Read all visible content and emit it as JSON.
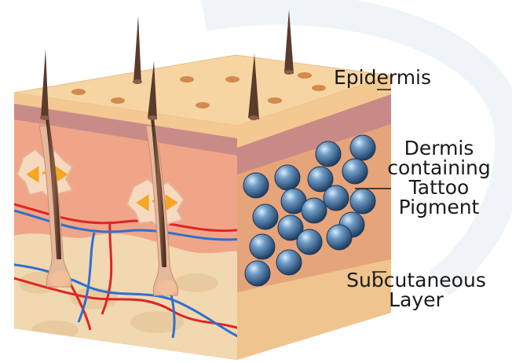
{
  "labels": {
    "epidermis": "Epidermis",
    "dermis_line1": "Dermis",
    "dermis_line2": "containing",
    "dermis_line3": "Tattoo",
    "dermis_line4": "Pigment",
    "subcutaneous_line1": "Subcutaneous",
    "subcutaneous_line2": "Layer"
  },
  "colors": {
    "epidermis_top": "#f6d5a3",
    "dermis_front": "#f1a588",
    "dermis_band": "#c88a86",
    "subcutaneous_front": "#f2d8b0",
    "side_face": "#e8a768",
    "hair": "#5a3b2c",
    "pigment": "#3f6e9a",
    "artery": "#e02424",
    "vein": "#2f6fd0",
    "gland": "#f5a623"
  }
}
